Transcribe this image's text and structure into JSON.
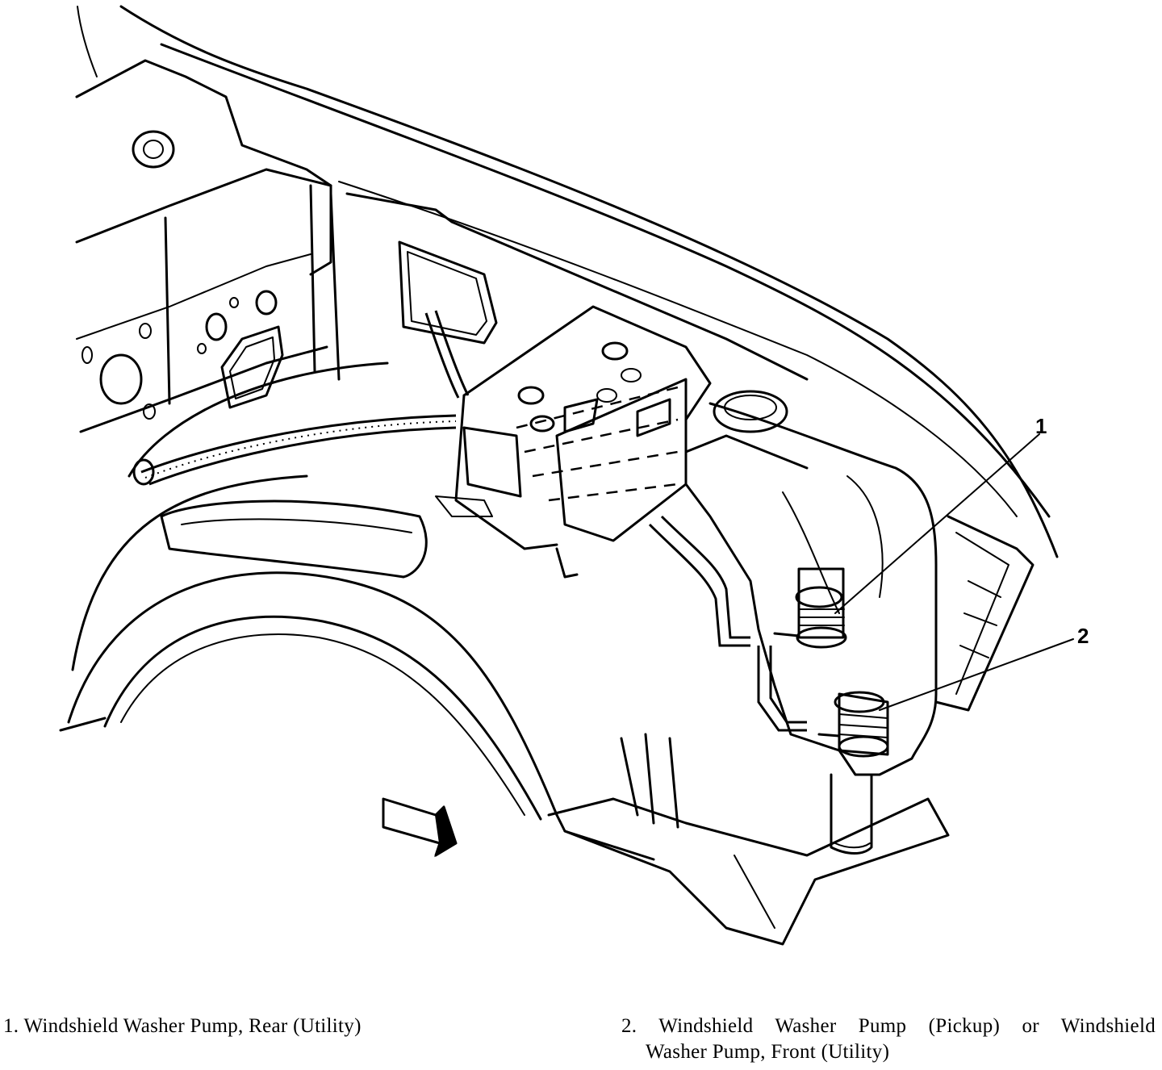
{
  "callouts": [
    {
      "number": "1"
    },
    {
      "number": "2"
    }
  ],
  "legend": {
    "item1": "1. Windshield Washer Pump, Rear (Utility)",
    "item2_line1": "2. Windshield Washer Pump (Pickup) or Windshield",
    "item2_line2": "Washer Pump, Front (Utility)"
  }
}
